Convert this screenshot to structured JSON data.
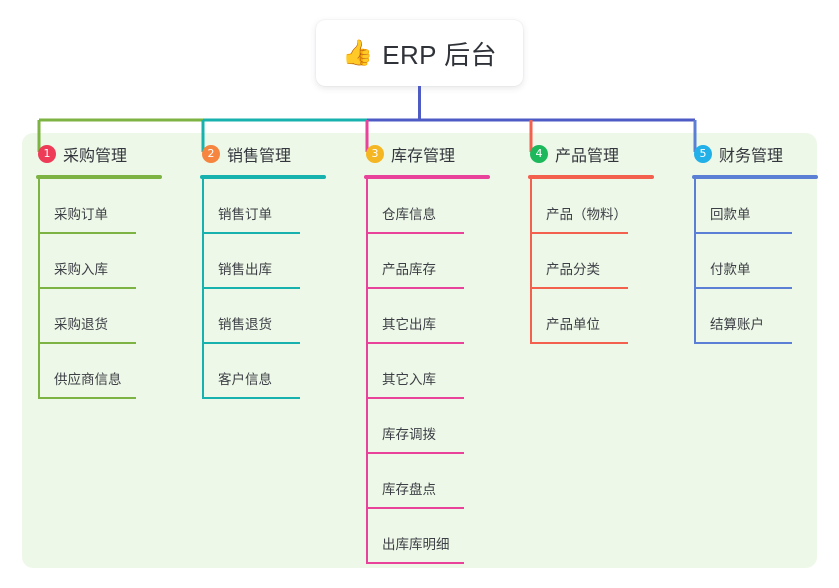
{
  "root": {
    "icon": "thumbs-up-icon",
    "emoji": "👍",
    "label": "ERP 后台"
  },
  "theme": {
    "panel_bg": "#eef8e8",
    "page_bg": "#ffffff",
    "root_bus_color": "#4e5bc4"
  },
  "columns": [
    {
      "number": "1",
      "title": "采购管理",
      "badge_color": "#ee3b57",
      "line_color": "#7cb342",
      "items": [
        {
          "label": "采购订单"
        },
        {
          "label": "采购入库"
        },
        {
          "label": "采购退货"
        },
        {
          "label": "供应商信息"
        }
      ]
    },
    {
      "number": "2",
      "title": "销售管理",
      "badge_color": "#f5853f",
      "line_color": "#17b2ae",
      "items": [
        {
          "label": "销售订单"
        },
        {
          "label": "销售出库"
        },
        {
          "label": "销售退货"
        },
        {
          "label": "客户信息"
        }
      ]
    },
    {
      "number": "3",
      "title": "库存管理",
      "badge_color": "#f5b623",
      "line_color": "#e8429a",
      "items": [
        {
          "label": "仓库信息"
        },
        {
          "label": "产品库存"
        },
        {
          "label": "其它出库"
        },
        {
          "label": "其它入库"
        },
        {
          "label": "库存调拨"
        },
        {
          "label": "库存盘点"
        },
        {
          "label": "出库库明细"
        }
      ]
    },
    {
      "number": "4",
      "title": "产品管理",
      "badge_color": "#1eb85c",
      "line_color": "#f4604e",
      "items": [
        {
          "label": "产品（物料）"
        },
        {
          "label": "产品分类"
        },
        {
          "label": "产品单位"
        }
      ]
    },
    {
      "number": "5",
      "title": "财务管理",
      "badge_color": "#22b0e8",
      "line_color": "#5b7fd4",
      "items": [
        {
          "label": "回款单"
        },
        {
          "label": "付款单"
        },
        {
          "label": "结算账户"
        }
      ]
    }
  ]
}
